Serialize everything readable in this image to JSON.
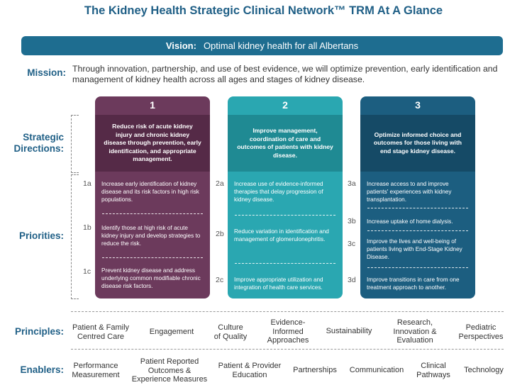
{
  "title": "The Kidney Health Strategic Clinical Network™  TRM At A Glance",
  "vision": {
    "label": "Vision:",
    "text": "Optimal kidney health for all Albertans"
  },
  "mission": {
    "label": "Mission:",
    "text": "Through innovation, partnership, and use of best evidence, we will optimize prevention, early identification and management of kidney health across all ages and stages of kidney disease."
  },
  "row_labels": {
    "strategic_line1": "Strategic",
    "strategic_line2": "Directions:",
    "priorities": "Priorities:",
    "principles": "Principles:",
    "enablers": "Enablers:"
  },
  "columns": [
    {
      "number": "1",
      "color": "#6c3a5c",
      "dark": "#552a47",
      "direction": "Reduce risk of acute kidney injury and chronic kidney disease through prevention, early identification, and appropriate management.",
      "priorities": [
        {
          "code": "1a",
          "text": "Increase early identification of kidney disease and its risk factors in high risk populations."
        },
        {
          "code": "1b",
          "text": "Identify those at high risk of acute kidney injury and develop strategies to reduce the risk."
        },
        {
          "code": "1c",
          "text": "Prevent kidney disease and address underlying common modifiable chronic disease risk factors."
        }
      ]
    },
    {
      "number": "2",
      "color": "#2aa7b1",
      "dark": "#1f8a93",
      "direction": "Improve management, coordination of care and outcomes of patients with kidney disease.",
      "priorities": [
        {
          "code": "2a",
          "text": "Increase use of evidence-informed therapies that delay progression of kidney disease."
        },
        {
          "code": "2b",
          "text": "Reduce variation in identification and management of glomerulonephritis."
        },
        {
          "code": "2c",
          "text": "Improve appropriate utilization and integration of health care services."
        }
      ]
    },
    {
      "number": "3",
      "color": "#1c5e80",
      "dark": "#154a66",
      "direction": "Optimize informed choice and outcomes for those living with end stage kidney disease.",
      "priorities": [
        {
          "code": "3a",
          "text": "Increase access to and improve patients' experiences with kidney transplantation."
        },
        {
          "code": "3b",
          "text": "Increase uptake of home dialysis."
        },
        {
          "code": "3c",
          "text": "Improve the lives and well-being of patients living with End-Stage Kidney Disease."
        },
        {
          "code": "3d",
          "text": "Improve transitions in care from one treatment approach to another."
        }
      ]
    }
  ],
  "principles": [
    {
      "l1": "Patient & Family",
      "l2": "Centred Care",
      "l3": ""
    },
    {
      "l1": "Engagement",
      "l2": "",
      "l3": ""
    },
    {
      "l1": "Culture",
      "l2": "of Quality",
      "l3": ""
    },
    {
      "l1": "Evidence-",
      "l2": "Informed",
      "l3": "Approaches"
    },
    {
      "l1": "Sustainability",
      "l2": "",
      "l3": ""
    },
    {
      "l1": "Research,",
      "l2": "Innovation &",
      "l3": "Evaluation"
    },
    {
      "l1": "Pediatric",
      "l2": "Perspectives",
      "l3": ""
    }
  ],
  "enablers": [
    {
      "l1": "Performance",
      "l2": "Measurement",
      "l3": ""
    },
    {
      "l1": "Patient Reported",
      "l2": "Outcomes &",
      "l3": "Experience Measures"
    },
    {
      "l1": "Patient & Provider",
      "l2": "Education",
      "l3": ""
    },
    {
      "l1": "Partnerships",
      "l2": "",
      "l3": ""
    },
    {
      "l1": "Communication",
      "l2": "",
      "l3": ""
    },
    {
      "l1": "Clinical",
      "l2": "Pathways",
      "l3": ""
    },
    {
      "l1": "Technology",
      "l2": "",
      "l3": ""
    }
  ]
}
